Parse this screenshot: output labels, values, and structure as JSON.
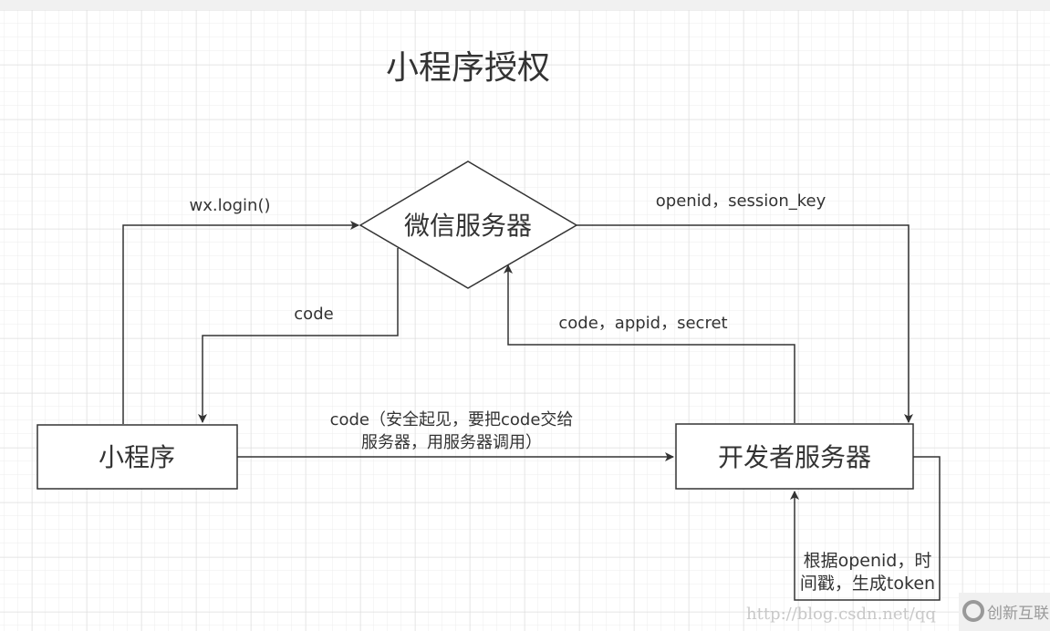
{
  "title": "小程序授权",
  "nodes": {
    "mini_program": "小程序",
    "wechat_server": "微信服务器",
    "developer_server": "开发者服务器"
  },
  "edges": {
    "login": "wx.login()",
    "code_return": "code",
    "openid_session": "openid，session_key",
    "code_appid_secret": "code，appid，secret",
    "code_to_server_line1": "code（安全起见，要把code交给",
    "code_to_server_line2": "服务器，用服务器调用）",
    "token_line1": "根据openid，时",
    "token_line2": "间戳，生成token"
  },
  "watermark": {
    "url": "http://blog.csdn.net/qq",
    "logo": "创新互联"
  },
  "colors": {
    "line": "#333333",
    "grid": "#e6e6e6"
  }
}
